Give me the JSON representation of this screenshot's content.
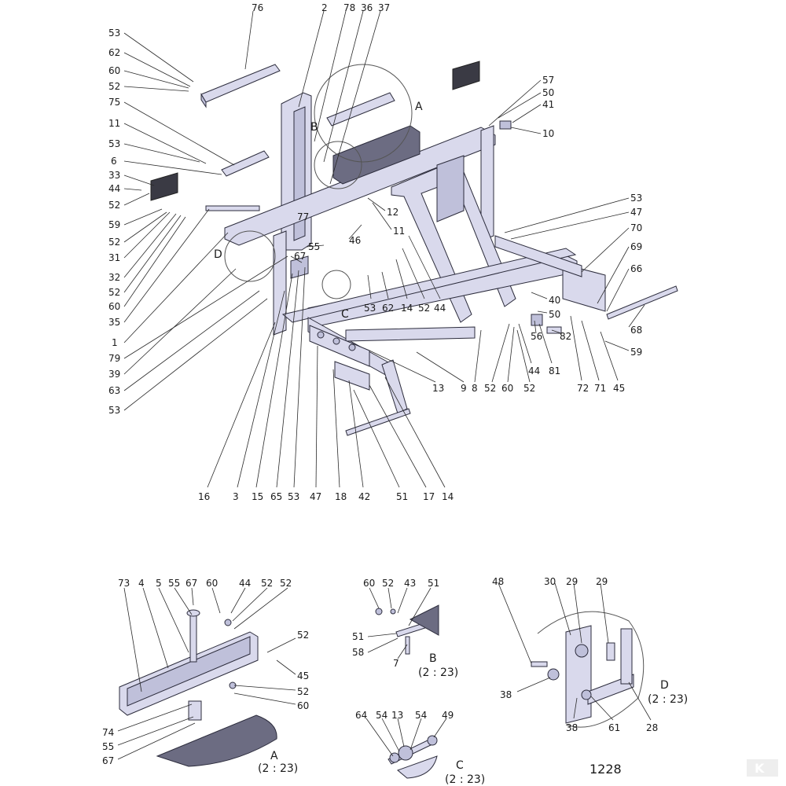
{
  "drawing_number": "1228",
  "watermark": "K",
  "callout_letters": [
    "A",
    "B",
    "C",
    "D"
  ],
  "details": [
    {
      "letter": "A",
      "scale": "(2 : 23)"
    },
    {
      "letter": "B",
      "scale": "(2 : 23)"
    },
    {
      "letter": "C",
      "scale": "(2 : 23)"
    },
    {
      "letter": "D",
      "scale": "(2 : 23)"
    }
  ],
  "main_labels": {
    "top": [
      "76",
      "2",
      "78",
      "36",
      "37"
    ],
    "left": [
      "53",
      "62",
      "60",
      "52",
      "75",
      "11",
      "53",
      "6",
      "33",
      "44",
      "52",
      "59",
      "52",
      "31",
      "32",
      "52",
      "60",
      "35",
      "1",
      "79",
      "39",
      "63",
      "53"
    ],
    "right": [
      "57",
      "50",
      "41",
      "10",
      "53",
      "47",
      "70",
      "69",
      "66",
      "68",
      "59"
    ],
    "inner": [
      "77",
      "12",
      "11",
      "46",
      "55",
      "67"
    ],
    "middle_row": [
      "53",
      "62",
      "14",
      "52",
      "44",
      "40",
      "50"
    ],
    "lower_row": [
      "56",
      "44",
      "81",
      "82",
      "72",
      "71",
      "45",
      "13",
      "9",
      "8",
      "52",
      "60",
      "52"
    ],
    "bottom": [
      "16",
      "3",
      "15",
      "65",
      "53",
      "47",
      "18",
      "42",
      "51",
      "17",
      "14"
    ]
  },
  "detail_a_labels": [
    "73",
    "4",
    "5",
    "55",
    "67",
    "60",
    "44",
    "52",
    "52",
    "52",
    "45",
    "52",
    "60",
    "74",
    "55",
    "67"
  ],
  "detail_b_labels": [
    "60",
    "52",
    "43",
    "51",
    "51",
    "58",
    "7"
  ],
  "detail_c_labels": [
    "64",
    "54",
    "13",
    "54",
    "49"
  ],
  "detail_d_labels": [
    "48",
    "30",
    "29",
    "29",
    "38",
    "38",
    "61",
    "28"
  ]
}
